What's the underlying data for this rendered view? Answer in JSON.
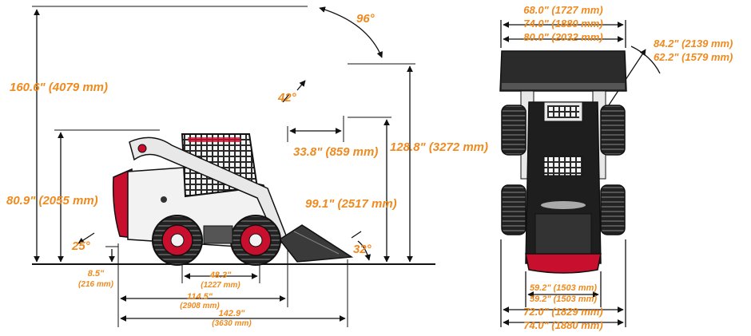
{
  "side_view": {
    "overall_height": "160.6\" (4079 mm)",
    "height_to_top_of_cab": "80.9\" (2055 mm)",
    "dump_height": "99.1\" (2517 mm)",
    "height_to_bucket_hinge_pin": "128.8\" (3272 mm)",
    "dump_reach": "33.8\" (859 mm)",
    "dump_angle": "42°",
    "rollback_angle_top": "96°",
    "departure_angle": "25°",
    "rollback_angle_ground": "32°",
    "ground_clearance": "8.5\"",
    "ground_clearance_mm": "(216 mm)",
    "wheelbase": "48.3\"",
    "wheelbase_mm": "(1227 mm)",
    "length_without_attachment": "114.5\"",
    "length_without_attachment_mm": "(2908 mm)",
    "length_with_bucket": "142.9\"",
    "length_with_bucket_mm": "(3630 mm)"
  },
  "top_view": {
    "bucket_width_1": "68.0\" (1727 mm)",
    "bucket_width_2": "74.0\" (1880 mm)",
    "bucket_width_3": "80.0\" (2032 mm)",
    "turning_radius_1": "84.2\" (2139 mm)",
    "turning_radius_2": "62.2\" (1579 mm)",
    "tread_width_1": "59.2\" (1503 mm)",
    "tread_width_2": "59.2\" (1503 mm)",
    "overall_width_1": "72.0\" (1829 mm)",
    "overall_width_2": "74.0\" (1880 mm)"
  },
  "colors": {
    "dimension": "#ef8a1e",
    "machine_body": "#f2f2f2",
    "accent_red": "#c8102e",
    "dark": "#1a1a1a"
  }
}
